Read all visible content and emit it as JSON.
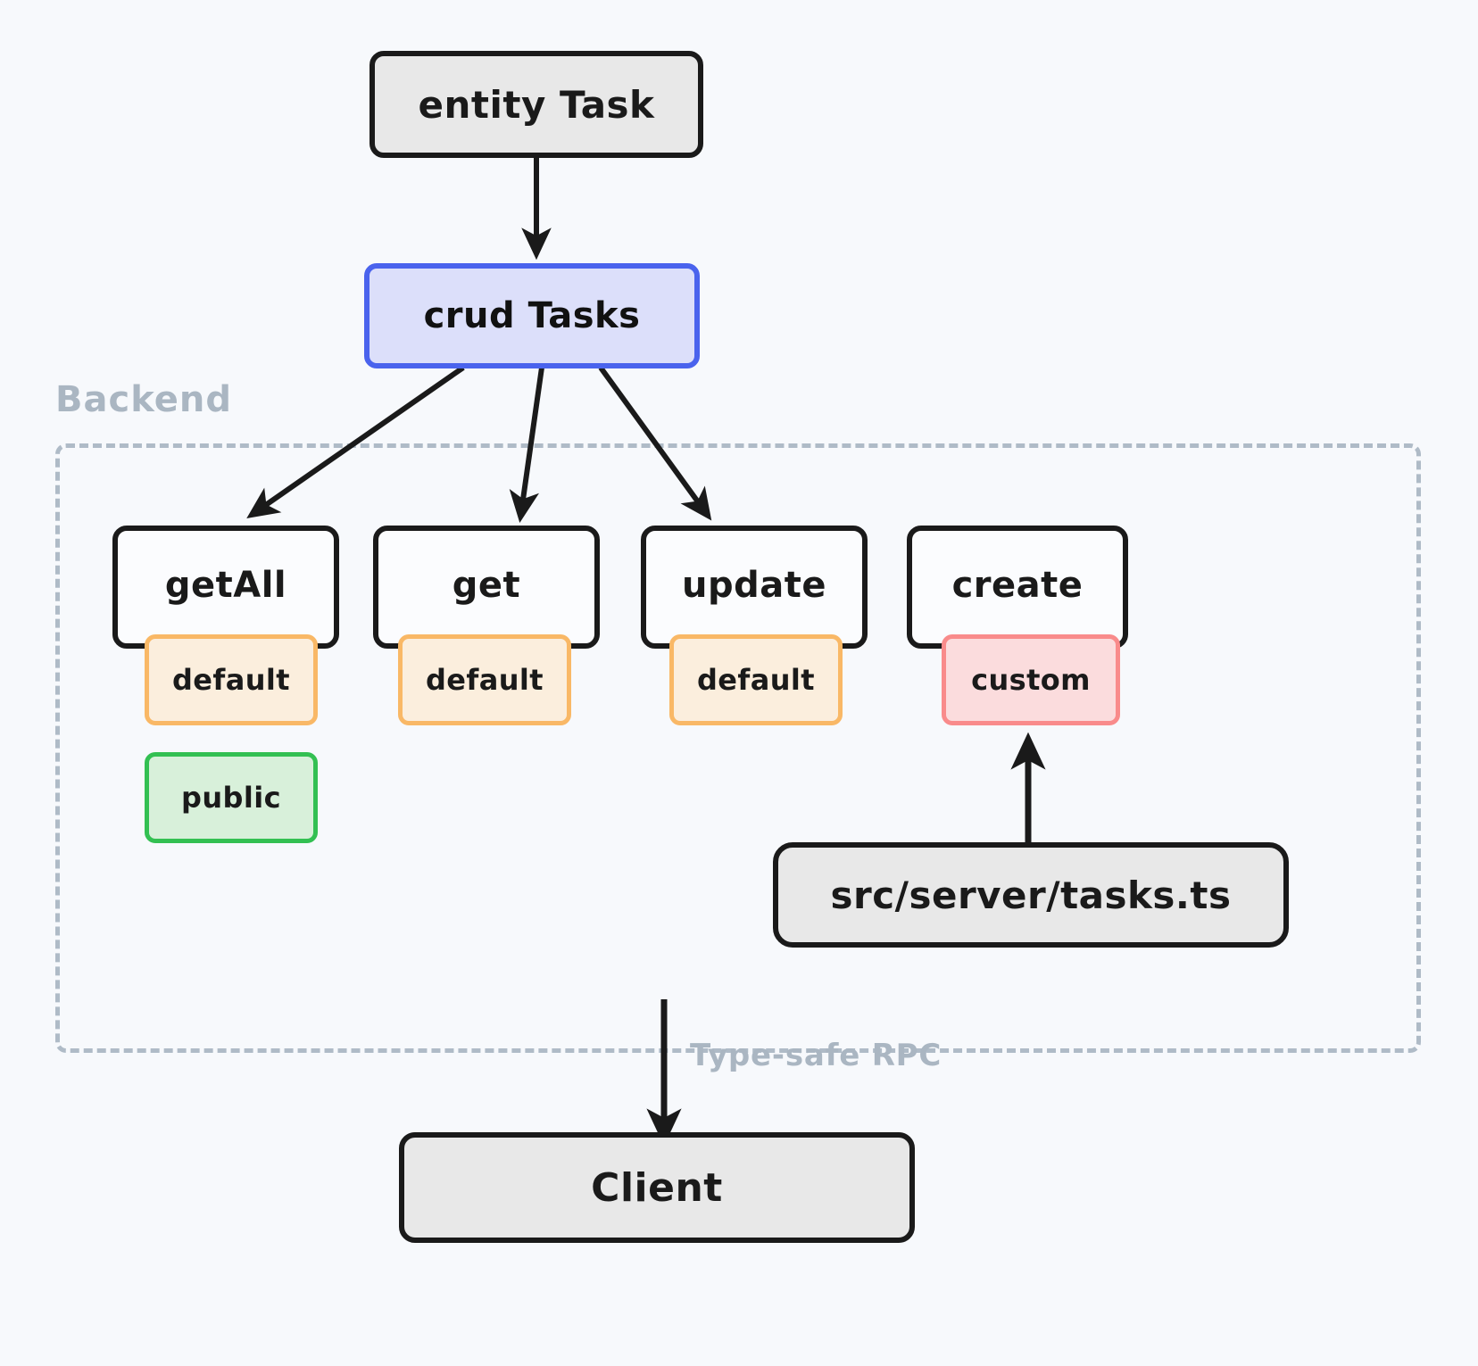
{
  "diagram": {
    "title_nodes": {
      "entity": "entity Task",
      "crud": "crud Tasks",
      "client": "Client",
      "source_file": "src/server/tasks.ts"
    },
    "groups": [
      {
        "id": "backend",
        "label": "Backend"
      }
    ],
    "methods": [
      {
        "id": "getAll",
        "label": "getAll",
        "tags": [
          "default",
          "public"
        ]
      },
      {
        "id": "get",
        "label": "get",
        "tags": [
          "default"
        ]
      },
      {
        "id": "update",
        "label": "update",
        "tags": [
          "default"
        ]
      },
      {
        "id": "create",
        "label": "create",
        "tags": [
          "custom"
        ]
      }
    ],
    "tags": {
      "default": "default",
      "public": "public",
      "custom": "custom"
    },
    "edge_labels": {
      "rpc": "Type-safe RPC"
    },
    "colors": {
      "background": "#f7f9fc",
      "node_fill": "#e8e8e8",
      "node_border": "#1a1a1a",
      "crud_fill": "#dcdffa",
      "crud_border": "#4a63ed",
      "default_fill": "#fbeedd",
      "default_border": "#f9b866",
      "public_fill": "#d8f0da",
      "public_border": "#33c052",
      "custom_fill": "#fbdcdd",
      "custom_border": "#f98b8b",
      "group_border": "#afbbc7",
      "group_label": "#aab6c2"
    }
  }
}
